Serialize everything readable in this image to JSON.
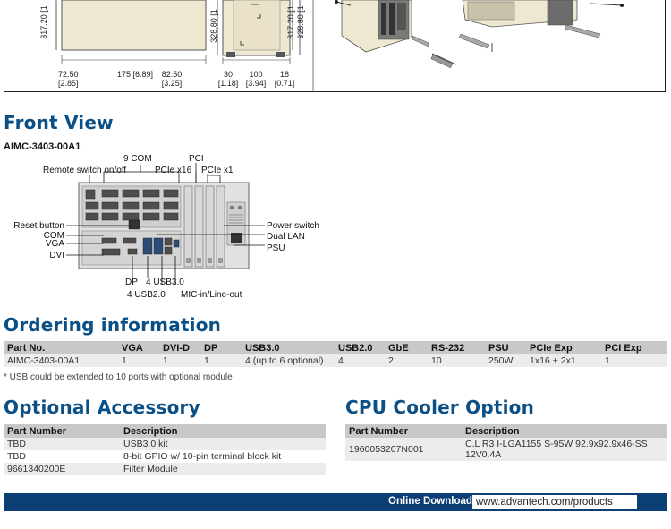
{
  "dimensions": {
    "left_vertical": "317.20 [1",
    "left_w1": "72.50",
    "left_w1b": "[2.85]",
    "left_w2": "175 [6.89]",
    "left_w3": "82.50",
    "left_w3b": "[3.25]",
    "mid_vertical": "328.80 [1",
    "mid_w1": "30",
    "mid_w1b": "[1.18]",
    "mid_w2": "100",
    "mid_w2b": "[3.94]",
    "mid_w3": "18",
    "mid_w3b": "[0.71]",
    "right_v1": "317.20 [1",
    "right_v2": "328.80 [1"
  },
  "front_view": {
    "title": "Front View",
    "model": "AIMC-3403-00A1",
    "labels": {
      "com9": "9 COM",
      "pci": "PCI",
      "remote": "Remote switch on/off",
      "pcie16": "PCIe x16",
      "pcie1": "PCIe x1",
      "reset": "Reset button",
      "com": "COM",
      "vga": "VGA",
      "dvi": "DVI",
      "power": "Power switch",
      "lan": "Dual LAN",
      "psu": "PSU",
      "dp": "DP",
      "usb3": "4 USB3.0",
      "usb2": "4 USB2.0",
      "mic": "MIC-in/Line-out"
    }
  },
  "ordering": {
    "title": "Ordering information",
    "headers": [
      "Part No.",
      "VGA",
      "DVI-D",
      "DP",
      "USB3.0",
      "USB2.0",
      "GbE",
      "RS-232",
      "PSU",
      "PCIe Exp",
      "PCI Exp"
    ],
    "rows": [
      [
        "AIMC-3403-00A1",
        "1",
        "1",
        "1",
        "4 (up to 6 optional)",
        "4",
        "2",
        "10",
        "250W",
        "1x16 + 2x1",
        "1"
      ]
    ],
    "note": "* USB could be extended to 10 ports with optional module"
  },
  "accessory": {
    "title": "Optional Accessory",
    "headers": [
      "Part Number",
      "Description"
    ],
    "rows": [
      [
        "TBD",
        "USB3.0 kit"
      ],
      [
        "TBD",
        "8-bit GPIO w/ 10-pin terminal block kit"
      ],
      [
        "9661340200E",
        "Filter Module"
      ]
    ]
  },
  "cooler": {
    "title": "CPU Cooler Option",
    "headers": [
      "Part Number",
      "Description"
    ],
    "rows": [
      [
        "1960053207N001",
        "C.L R3 I-LGA1155 S-95W 92.9x92.9x46-SS 12V0.4A"
      ]
    ]
  },
  "footer": {
    "label": "Online Download",
    "url": "www.advantech.com/products"
  },
  "colors": {
    "accent": "#0a4f86",
    "footer_bar": "#0b3f73"
  }
}
